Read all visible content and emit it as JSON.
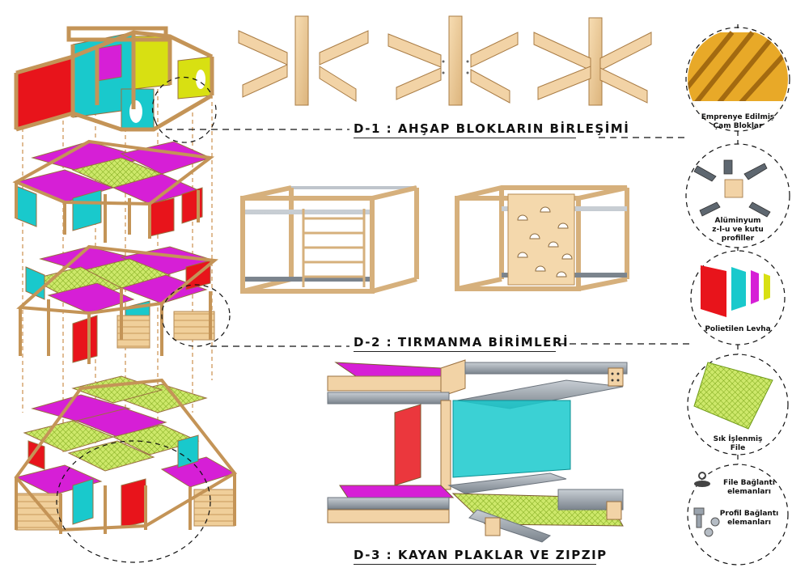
{
  "sections": {
    "d1": "D-1 : AHŞAP BLOKLARIN BİRLEŞİMİ",
    "d2": "D-2 : TIRMANMA BİRİMLERİ",
    "d3": "D-3 : KAYAN PLAKLAR VE ZIPZIP"
  },
  "materials": {
    "wood": {
      "line1": "Emprenye Edilmiş",
      "line2": "Çam Bloklar"
    },
    "aluminium": {
      "line1": "Alüminyum",
      "line2": "z-l-u ve kutu",
      "line3": "profiller"
    },
    "panel": {
      "line1": "Polietilen Levha"
    },
    "net": {
      "line1": "Sık İşlenmiş",
      "line2": "File"
    },
    "fittings": {
      "net_line1": "File Bağlantı",
      "net_line2": "elemanları",
      "profile_line1": "Profil Bağlantı",
      "profile_line2": "elemanları"
    }
  },
  "colors": {
    "wood": "#f2d3a6",
    "wood_dark": "#c9a36f",
    "red": "#e8141b",
    "cyan": "#19c9cc",
    "magenta": "#d61fd6",
    "yellow": "#d8e012",
    "green_net": "#b5d838",
    "aluminium": "#9aa3ad"
  },
  "icons": [
    "wood-blocks-icon",
    "aluminium-profiles-icon",
    "polyethylene-sheets-icon",
    "net-icon",
    "fittings-icon"
  ]
}
